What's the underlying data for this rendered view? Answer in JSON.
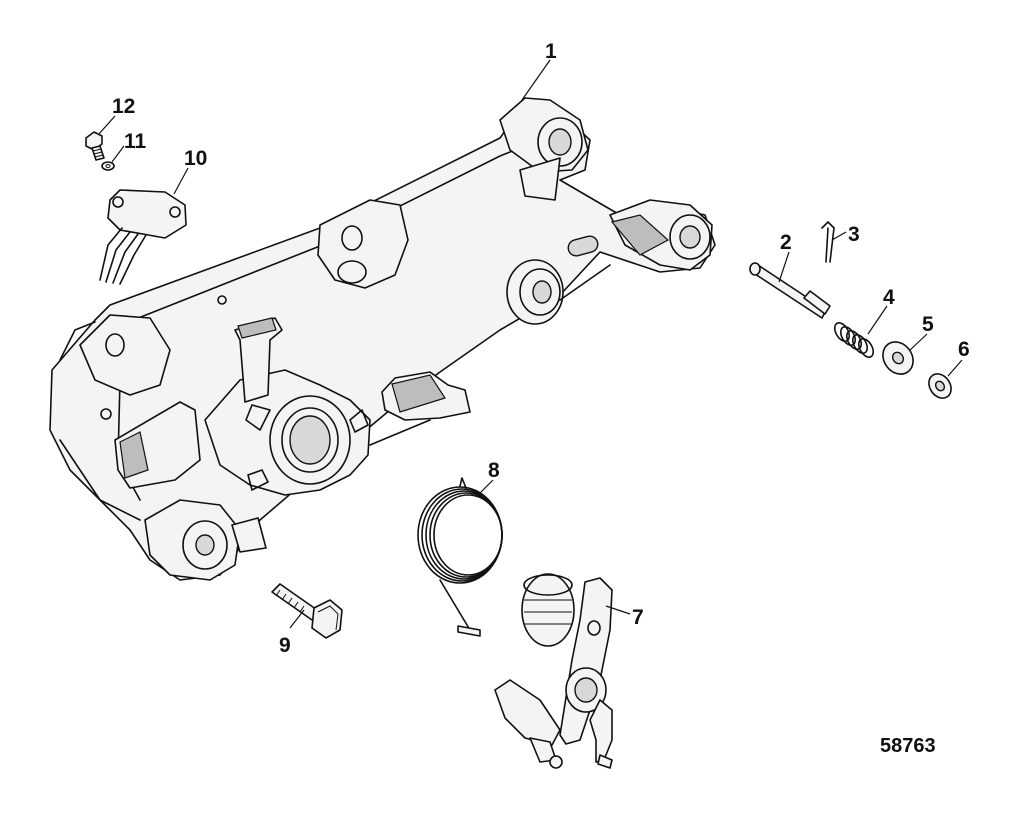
{
  "callouts": [
    {
      "id": "1",
      "label": "1"
    },
    {
      "id": "2",
      "label": "2"
    },
    {
      "id": "3",
      "label": "3"
    },
    {
      "id": "4",
      "label": "4"
    },
    {
      "id": "5",
      "label": "5"
    },
    {
      "id": "6",
      "label": "6"
    },
    {
      "id": "7",
      "label": "7"
    },
    {
      "id": "8",
      "label": "8"
    },
    {
      "id": "9",
      "label": "9"
    },
    {
      "id": "10",
      "label": "10"
    },
    {
      "id": "11",
      "label": "11"
    },
    {
      "id": "12",
      "label": "12"
    }
  ],
  "reference_number": "58763",
  "colors": {
    "line": "#111111",
    "background": "#ffffff",
    "fill": "#f4f4f4",
    "shade": "#bdbdbd"
  }
}
